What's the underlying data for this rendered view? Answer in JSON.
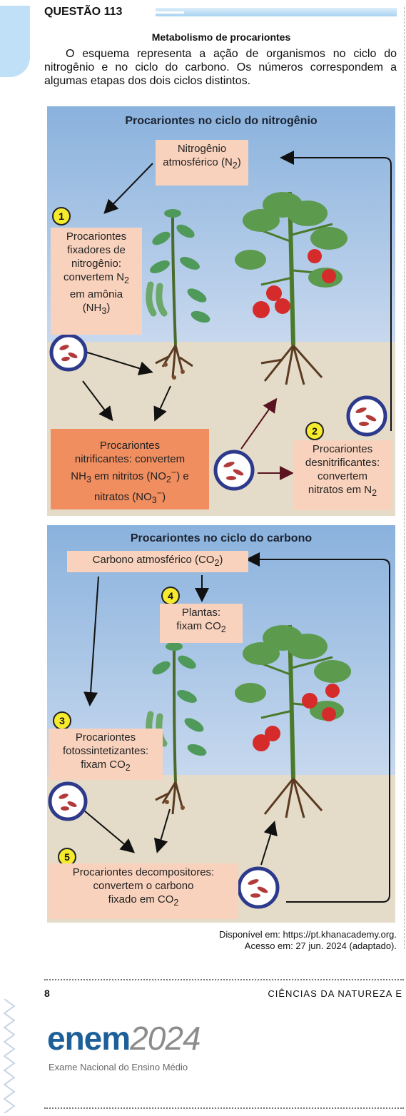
{
  "header": {
    "question": "QUESTÃO 113"
  },
  "article": {
    "subtitle": "Metabolismo de procariontes",
    "text": "O esquema representa a ação de organismos no ciclo do nitrogênio e no ciclo do carbono. Os números correspondem a algumas etapas dos dois ciclos distintos."
  },
  "nitrogen": {
    "title": "Procariontes no ciclo do nitrogênio",
    "atm": {
      "line1": "Nitrogênio",
      "line2": "atmosférico (N",
      "sub": "2",
      "close": ")"
    },
    "step1": {
      "num": "1",
      "l1": "Procariontes",
      "l2": "fixadores de",
      "l3": "nitrogênio:",
      "l4": "convertem N",
      "l4sub": "2",
      "l5": "em amônia",
      "l6a": "(NH",
      "l6sub": "3",
      "l6b": ")"
    },
    "nitrif": {
      "l1": "Procariontes",
      "l2": "nitrificantes: convertem",
      "l3a": "NH",
      "l3sub": "3",
      "l3b": " em nitritos (NO",
      "l3sub2": "2",
      "l3sup": "−",
      "l3c": ") e",
      "l4a": "nitratos (NO",
      "l4sub": "3",
      "l4sup": "−",
      "l4b": ")"
    },
    "step2": {
      "num": "2",
      "l1": "Procariontes",
      "l2": "desnitrificantes:",
      "l3": "convertem",
      "l4a": "nitratos em N",
      "l4sub": "2"
    }
  },
  "carbon": {
    "title": "Procariontes no ciclo do carbono",
    "atm": {
      "a": "Carbono atmosférico (CO",
      "sub": "2",
      "b": ")"
    },
    "step4": {
      "num": "4",
      "l1": "Plantas:",
      "l2a": "fixam CO",
      "l2sub": "2"
    },
    "step3": {
      "num": "3",
      "l1": "Procariontes",
      "l2": "fotossintetizantes:",
      "l3a": "fixam CO",
      "l3sub": "2"
    },
    "step5": {
      "num": "5",
      "l1": "Procariontes decompositores:",
      "l2": "convertem o carbono",
      "l3a": "fixado em CO",
      "l3sub": "2"
    }
  },
  "source": {
    "line1": "Disponível em: https://pt.khanacademy.org.",
    "line2": "Acesso em: 27 jun. 2024 (adaptado)."
  },
  "footer": {
    "page": "8",
    "area": "CIÊNCIAS DA NATUREZA E"
  },
  "brand": {
    "name": "enem",
    "year": "2024",
    "tagline": "Exame Nacional do Ensino Médio"
  },
  "colors": {
    "brand": "#1d5f98",
    "box": "#f9d2bd",
    "box_dark": "#f08e60",
    "badge": "#f6ea2c",
    "sky": "#8ab2dd",
    "soil": "#e4dcc8"
  }
}
